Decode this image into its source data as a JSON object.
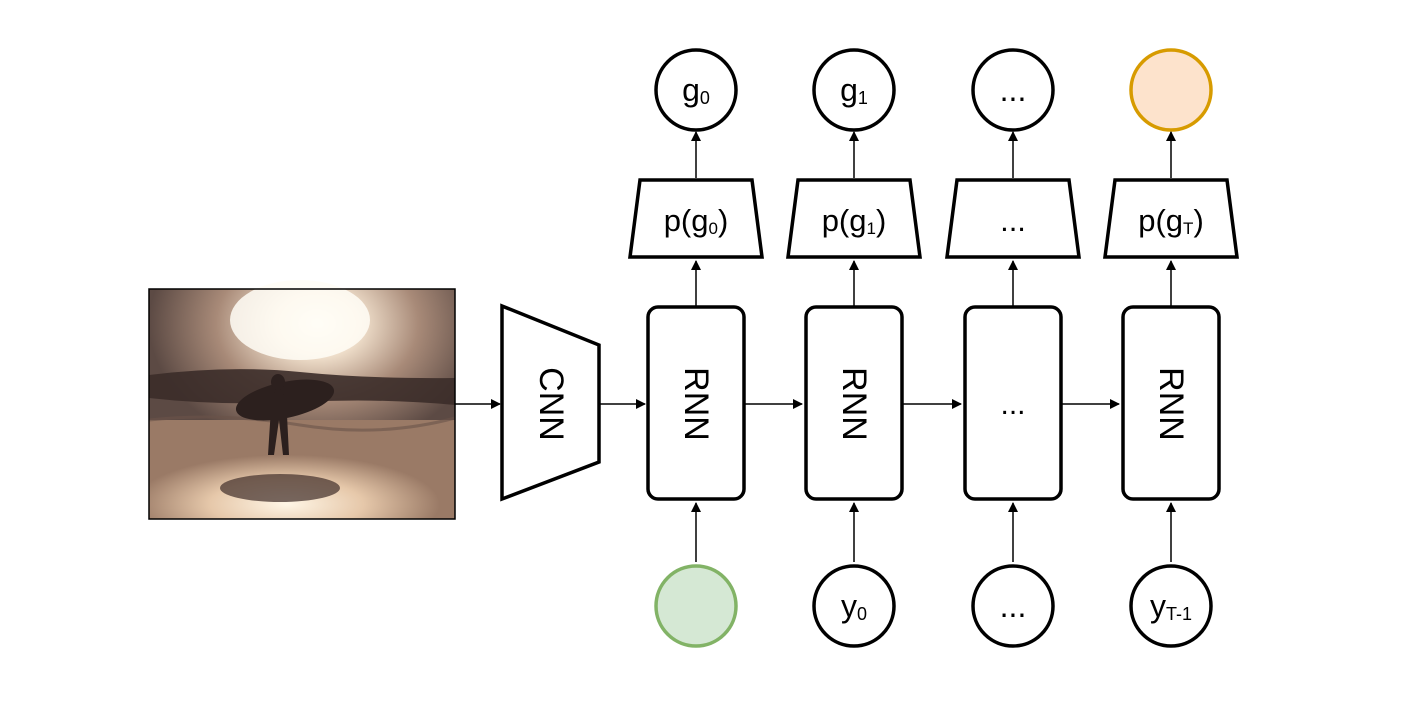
{
  "encoder": {
    "label": "CNN"
  },
  "rnn_cells": [
    {
      "label": "RNN"
    },
    {
      "label": "RNN"
    },
    {
      "label": "..."
    },
    {
      "label": "RNN"
    }
  ],
  "distributions": [
    {
      "text": "p(g",
      "sub": "0",
      "close": ")"
    },
    {
      "text": "p(g",
      "sub": "1",
      "close": ")"
    },
    {
      "text": "...",
      "sub": "",
      "close": ""
    },
    {
      "text": "p(g",
      "sub": "T",
      "close": ")"
    }
  ],
  "outputs": [
    {
      "text": "g",
      "sub": "0",
      "fill": "#ffffff",
      "stroke": "#000000"
    },
    {
      "text": "g",
      "sub": "1",
      "fill": "#ffffff",
      "stroke": "#000000"
    },
    {
      "text": "...",
      "sub": "",
      "fill": "#ffffff",
      "stroke": "#000000"
    },
    {
      "text": "",
      "sub": "",
      "fill": "#fde3cc",
      "stroke": "#d79b00"
    }
  ],
  "inputs": [
    {
      "text": "",
      "sub": "",
      "fill": "#d5e8d4",
      "stroke": "#82b366"
    },
    {
      "text": "y",
      "sub": "0",
      "fill": "#ffffff",
      "stroke": "#000000"
    },
    {
      "text": "...",
      "sub": "",
      "fill": "#ffffff",
      "stroke": "#000000"
    },
    {
      "text": "y",
      "sub": "T-1",
      "fill": "#ffffff",
      "stroke": "#000000"
    }
  ]
}
